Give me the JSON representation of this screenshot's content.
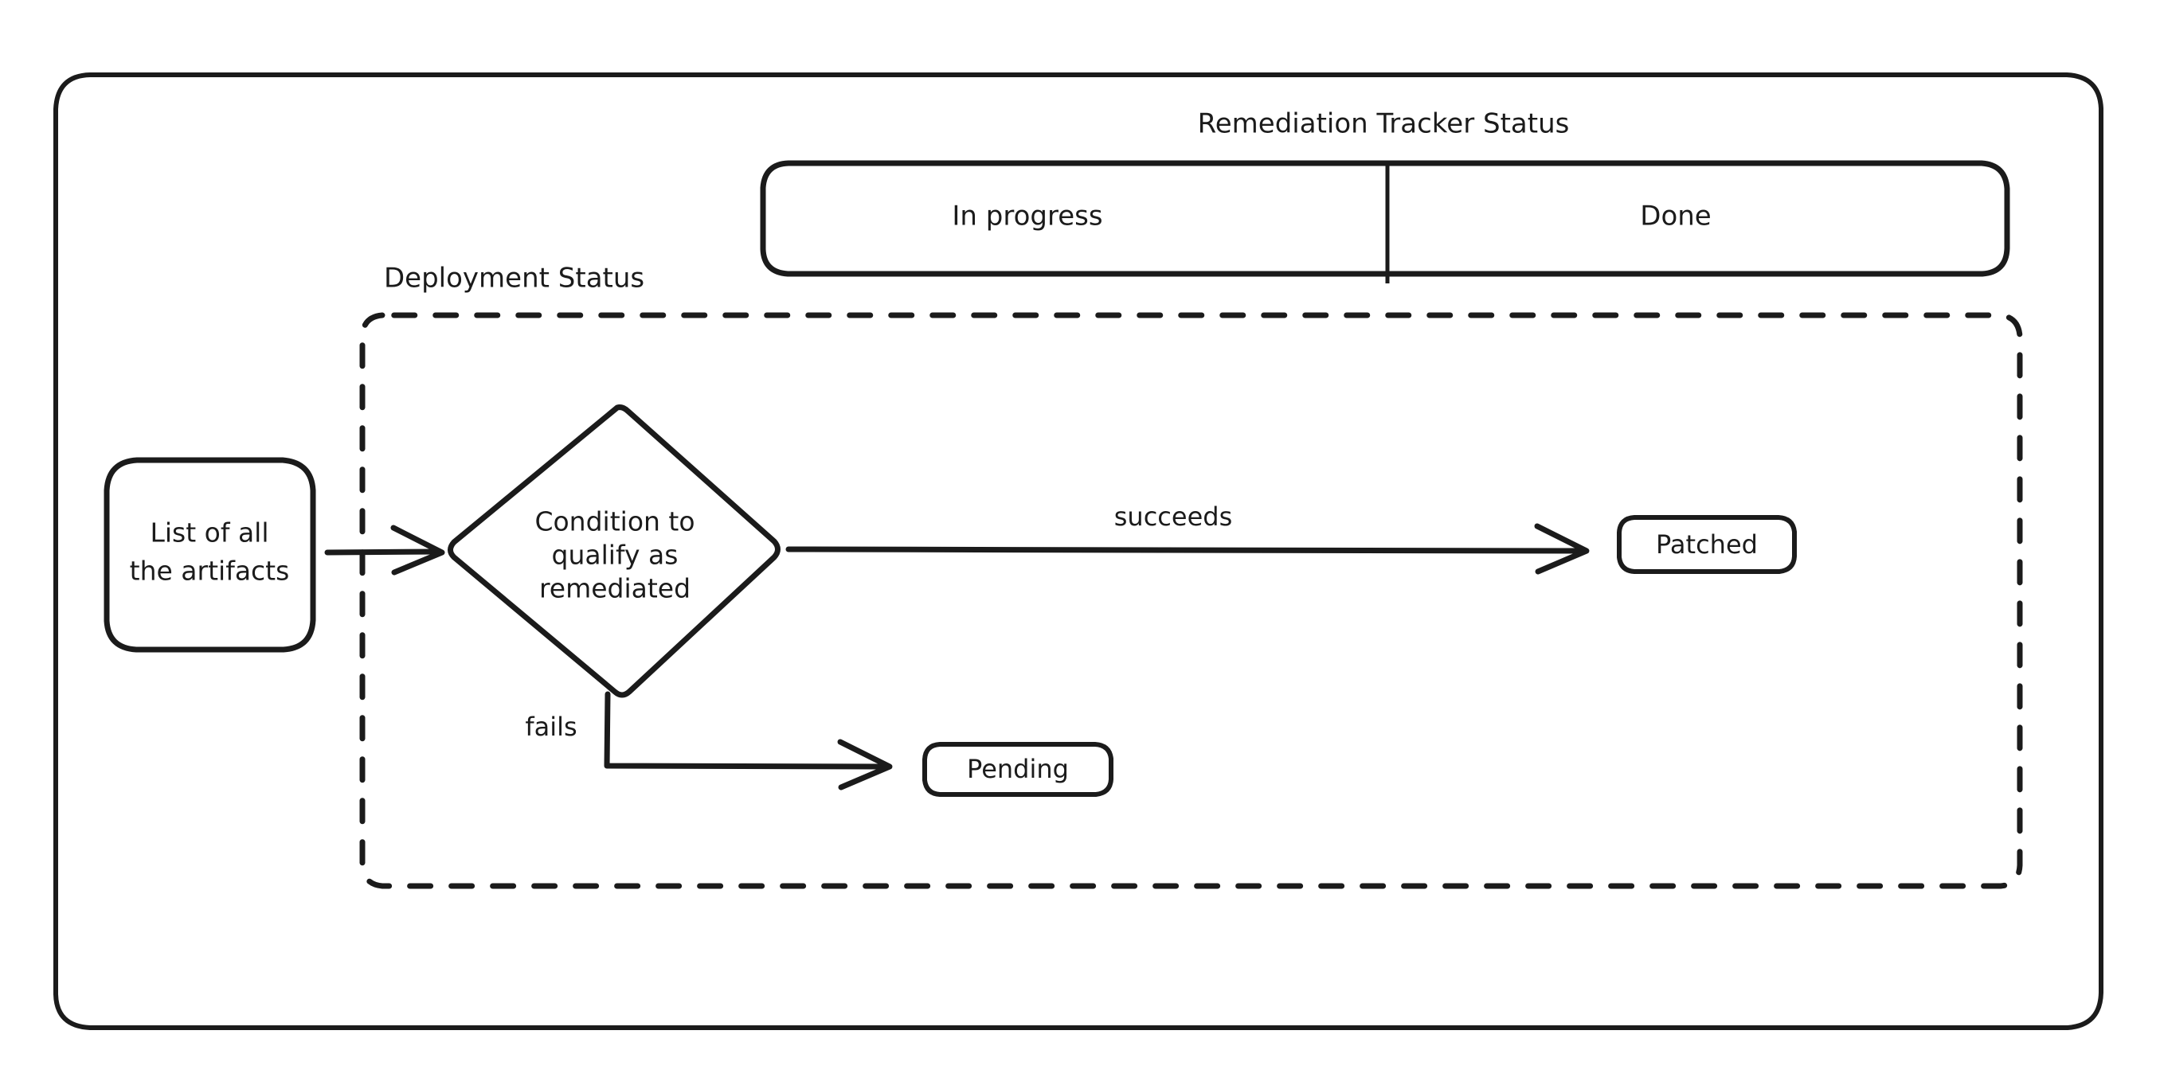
{
  "diagram": {
    "type": "flowchart",
    "style": "hand-drawn sketch",
    "background_color": "#ffffff",
    "stroke_color": "#1b1b1b",
    "outer_container": {
      "name": "outer-frame",
      "label": ""
    },
    "swimlane": {
      "title": "Remediation Tracker Status",
      "lanes": [
        {
          "id": "in-progress",
          "label": "In progress"
        },
        {
          "id": "done",
          "label": "Done"
        }
      ]
    },
    "group": {
      "title": "Deployment Status",
      "border": "dashed"
    },
    "nodes": [
      {
        "id": "artifacts",
        "shape": "rounded-rect",
        "lines": [
          "List of all",
          "the artifacts"
        ]
      },
      {
        "id": "condition",
        "shape": "diamond",
        "lines": [
          "Condition to",
          "qualify as",
          "remediated"
        ]
      },
      {
        "id": "patched",
        "shape": "rounded-rect-small",
        "lines": [
          "Patched"
        ]
      },
      {
        "id": "pending",
        "shape": "rounded-rect-small",
        "lines": [
          "Pending"
        ]
      }
    ],
    "edges": [
      {
        "id": "artifacts-to-condition",
        "from": "artifacts",
        "to": "condition",
        "label": ""
      },
      {
        "id": "condition-succeeds",
        "from": "condition",
        "to": "patched",
        "label": "succeeds"
      },
      {
        "id": "condition-fails",
        "from": "condition",
        "to": "pending",
        "label": "fails"
      }
    ]
  }
}
